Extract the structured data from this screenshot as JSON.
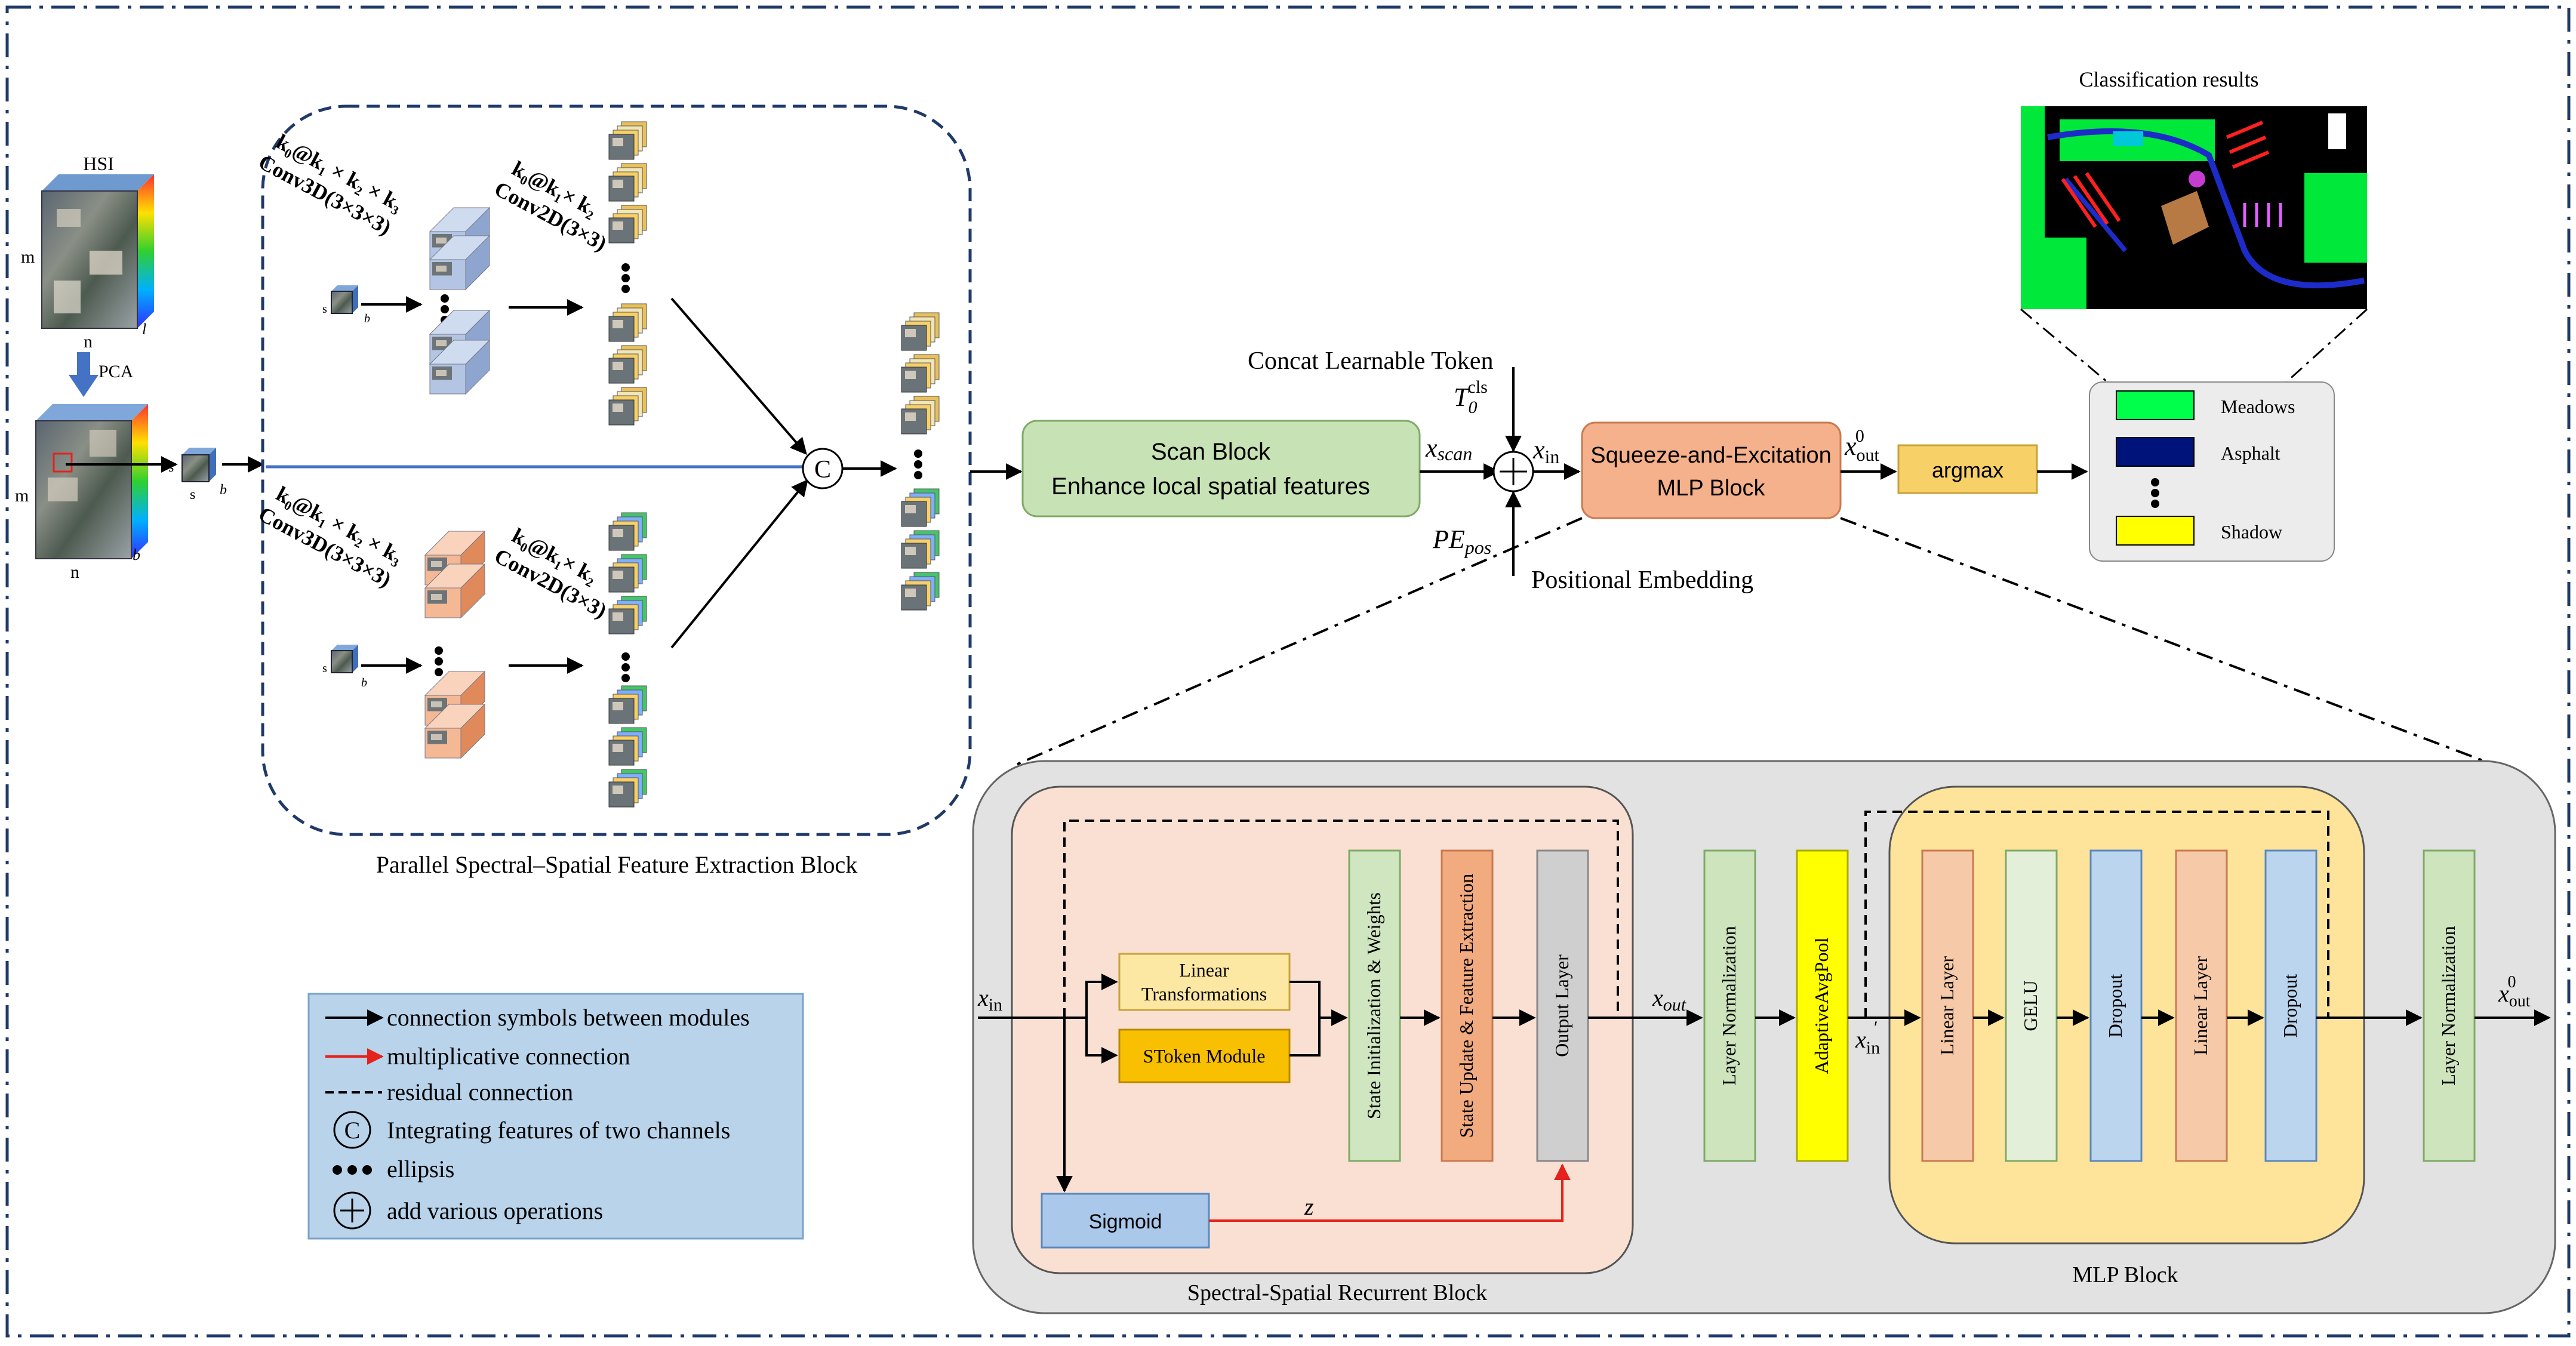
{
  "colors": {
    "frame": "#1f3a68",
    "extraction_border": "#1f3a68",
    "connection": "#000000",
    "multiplicative": "#e3231c",
    "cube_blue": "#a9bede",
    "cube_orange": "#f2a57d",
    "scan_block": "#c7e2b4",
    "se_block": "#f5b08c",
    "argmax": "#f7d067",
    "detail_panel": "#e2e2e2",
    "recurrent_panel": "#f9e0d2",
    "mlp_panel": "#fde49a",
    "linear_transform": "#fde8a3",
    "stoken": "#f8c000",
    "sigmoid": "#a9c8ea",
    "state_init": "#cfe6c0",
    "state_update": "#f2aa7f",
    "output_layer": "#cfcfcf",
    "layer_norm": "#cde4bd",
    "adaptive_pool": "#ffff00",
    "linear_layer": "#f6c9a8",
    "gelu": "#e4efd9",
    "dropout": "#bcd5ee",
    "legend_bg": "#b8d3ea",
    "legend_border": "#7aa3c8",
    "meadows": "#00ff4a",
    "asphalt": "#00137a",
    "shadow": "#ffff00",
    "results_panel": "#ececec"
  },
  "input": {
    "hsi_label": "HSI",
    "m_label": "m",
    "n_label": "n",
    "l_label": "l",
    "pca_label": "PCA",
    "m2_label": "m",
    "n2_label": "n",
    "b2_label": "b",
    "patch_s1": "s",
    "patch_s2": "s",
    "patch_b": "b"
  },
  "icons": {
    "concat_icon": "C",
    "ellipsis_icon": "dots",
    "add_icon": "plus"
  },
  "extraction": {
    "title": "Parallel Spectral–Spatial Feature Extraction Block",
    "top_conv3d_kernel": "k₀@k₁ × k₂ × k₃",
    "top_conv3d_name": "Conv3D(3×3×3)",
    "top_conv2d_kernel": "k₀@k₁× k₂",
    "top_conv2d_name": "Conv2D(3×3)",
    "bottom_conv3d_kernel": "k₀@k₁ × k₂ × k₃",
    "bottom_conv3d_name": "Conv3D(3×3×3)",
    "bottom_conv2d_kernel": "k₀@k₁× k₂",
    "bottom_conv2d_name": "Conv2D(3×3)",
    "small_s": "s",
    "small_b": "b",
    "concat_symbol": "C"
  },
  "scan_block": {
    "line1": "Scan Block",
    "line2": "Enhance local spatial features"
  },
  "tokens": {
    "concat_token": "Concat Learnable Token",
    "t0_cls_base": "T",
    "t0_cls_sub": "0",
    "t0_cls_sup": "cls",
    "x_scan_base": "x",
    "x_scan_sub": "scan",
    "x_in_base": "x",
    "x_in_sub": "in",
    "pe_pos_base": "PE",
    "pe_pos_sub": "pos",
    "positional_embedding": "Positional Embedding",
    "x_out_base": "x",
    "x_out_sub": "out",
    "x_out_sup": "0"
  },
  "se_block": {
    "line1": "Squeeze-and-Excitation",
    "line2": "MLP Block"
  },
  "argmax": {
    "label": "argmax"
  },
  "results": {
    "title": "Classification results",
    "legend": [
      {
        "name": "Meadows"
      },
      {
        "name": "Asphalt"
      },
      {
        "name": "Shadow"
      }
    ]
  },
  "legend": {
    "connection": "connection symbols between modules",
    "multiplicative": "multiplicative connection",
    "residual": "residual connection",
    "integrating": "Integrating features of two channels",
    "ellipsis": "ellipsis",
    "add": "add various operations",
    "integrating_symbol": "C"
  },
  "detail": {
    "x_in_base": "x",
    "x_in_sub": "in",
    "linear_transform_line1": "Linear",
    "linear_transform_line2": "Transformations",
    "stoken": "SToken Module",
    "sigmoid": "Sigmoid",
    "z_label": "z",
    "state_init": "State Initialization & Weights",
    "state_update": "State Update & Feature Extraction",
    "output_layer": "Output Layer",
    "x_out_base": "x",
    "x_out_sub": "out",
    "layer_norm_1": "Layer Normalization",
    "adaptive_pool": "AdaptiveAvgPool",
    "x_in_prime_base": "x",
    "x_in_prime_sub": "in",
    "x_in_prime_sup": "′",
    "linear_layer_1": "Linear Layer",
    "gelu": "GELU",
    "dropout_1": "Dropout",
    "linear_layer_2": "Linear Layer",
    "dropout_2": "Dropout",
    "layer_norm_2": "Layer Normalization",
    "final_out_base": "x",
    "final_out_sub": "out",
    "final_out_sup": "0",
    "recurrent_title": "Spectral-Spatial Recurrent Block",
    "mlp_title": "MLP Block"
  }
}
